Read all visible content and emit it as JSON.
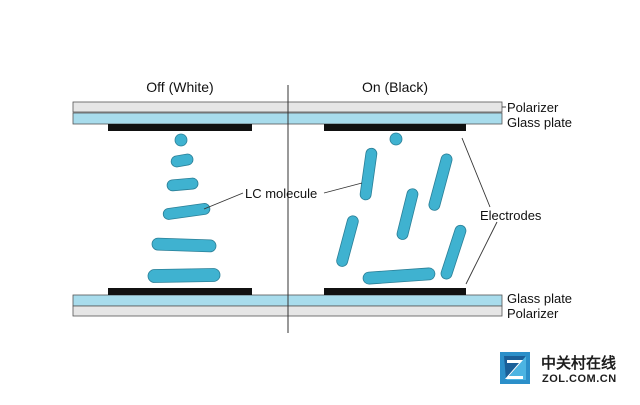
{
  "diagram": {
    "title_off": "Off (White)",
    "title_on": "On (Black)",
    "labels": {
      "polarizer_top": "Polarizer",
      "glass_top": "Glass plate",
      "lc_molecule": "LC molecule",
      "electrodes": "Electrodes",
      "glass_bottom": "Glass plate",
      "polarizer_bottom": "Polarizer"
    }
  },
  "watermark": {
    "name_cn": "中关村在线",
    "url": "ZOL.COM.CN"
  },
  "colors": {
    "polarizer": "#e6e6e6",
    "glass": "#a8dcec",
    "molecule": "#3fb2d0",
    "electrode": "#111111"
  }
}
